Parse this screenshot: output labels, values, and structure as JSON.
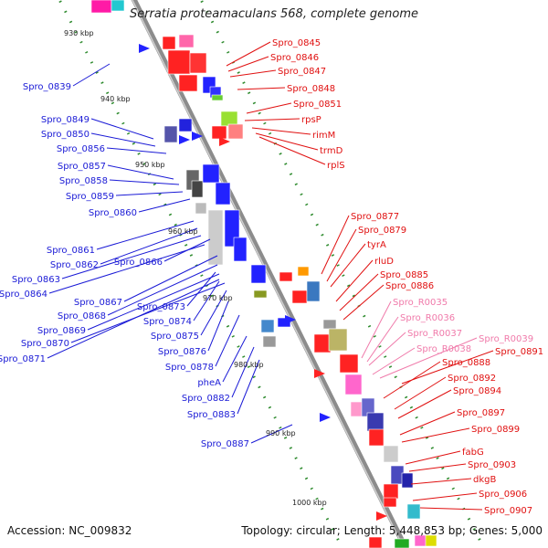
{
  "title": "Serratia proteamaculans 568, complete genome",
  "accession_label": "Accession: NC_009832",
  "summary_label": "Topology: circular; Length: 5,448,853 bp; Genes: 5,000",
  "colors": {
    "left_label": "#1a1ad6",
    "right_label": "#e01010",
    "rna_label": "#f07aaa",
    "backbone": "#9a9a9a",
    "tick_dot": "#2e8b2e"
  },
  "scale_ticks": [
    "930 kbp",
    "940 kbp",
    "950 kbp",
    "960 kbp",
    "970 kbp",
    "980 kbp",
    "990 kbp",
    "1000 kbp"
  ],
  "left_genes": [
    "Spro_0839",
    "Spro_0849",
    "Spro_0850",
    "Spro_0856",
    "Spro_0857",
    "Spro_0858",
    "Spro_0859",
    "Spro_0860",
    "Spro_0861",
    "Spro_0862",
    "Spro_0866",
    "Spro_0863",
    "Spro_0864",
    "Spro_0867",
    "Spro_0873",
    "Spro_0868",
    "Spro_0874",
    "Spro_0869",
    "Spro_0875",
    "Spro_0870",
    "Spro_0876",
    "Spro_0871",
    "Spro_0878",
    "pheA",
    "Spro_0882",
    "Spro_0883",
    "Spro_0887"
  ],
  "right_genes": [
    "Spro_0845",
    "Spro_0846",
    "Spro_0847",
    "Spro_0848",
    "Spro_0851",
    "rpsP",
    "rimM",
    "trmD",
    "rplS",
    "Spro_0877",
    "Spro_0879",
    "tyrA",
    "rluD",
    "Spro_0885",
    "Spro_0886",
    "Spro_0888",
    "Spro_0891",
    "Spro_0892",
    "Spro_0894",
    "Spro_0897",
    "Spro_0899",
    "fabG",
    "Spro_0903",
    "dkgB",
    "Spro_0906",
    "Spro_0907"
  ],
  "rna_genes": [
    "Spro_R0035",
    "Spro_R0036",
    "Spro_R0037",
    "Spro_R0038",
    "Spro_R0039"
  ]
}
